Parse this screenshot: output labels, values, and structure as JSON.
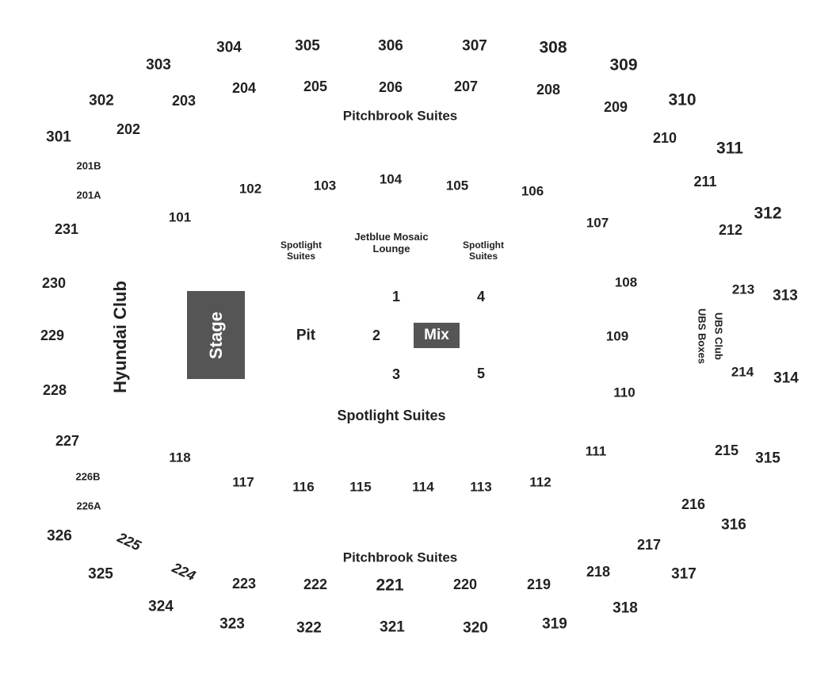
{
  "venue": {
    "stage": "Stage",
    "mix": "Mix",
    "pit": "Pit",
    "floor": [
      "1",
      "2",
      "3",
      "4",
      "5"
    ]
  },
  "areas": {
    "pitchbrook_top": "Pitchbrook Suites",
    "pitchbrook_bottom": "Pitchbrook Suites",
    "spotlight_main": "Spotlight Suites",
    "spotlight_left": "Spotlight\nSuites",
    "spotlight_right": "Spotlight\nSuites",
    "jetblue": "Jetblue Mosaic\nLounge",
    "hyundai": "Hyundai Club",
    "ubs_club": "UBS Club",
    "ubs_boxes": "UBS Boxes"
  },
  "sections_300": [
    "301",
    "302",
    "303",
    "304",
    "305",
    "306",
    "307",
    "308",
    "309",
    "310",
    "311",
    "312",
    "313",
    "314",
    "315",
    "316",
    "317",
    "318",
    "319",
    "320",
    "321",
    "322",
    "323",
    "324",
    "325",
    "326"
  ],
  "sections_200": [
    "201B",
    "201A",
    "202",
    "203",
    "204",
    "205",
    "206",
    "207",
    "208",
    "209",
    "210",
    "211",
    "212",
    "213",
    "214",
    "215",
    "216",
    "217",
    "218",
    "219",
    "220",
    "221",
    "222",
    "223",
    "224",
    "225",
    "226A",
    "226B",
    "227",
    "228",
    "229",
    "230",
    "231"
  ],
  "sections_100": [
    "101",
    "102",
    "103",
    "104",
    "105",
    "106",
    "107",
    "108",
    "109",
    "110",
    "111",
    "112",
    "113",
    "114",
    "115",
    "116",
    "117",
    "118"
  ],
  "colors": {
    "text": "#222222",
    "block": "#555555",
    "block_text": "#ffffff",
    "background": "#ffffff"
  }
}
